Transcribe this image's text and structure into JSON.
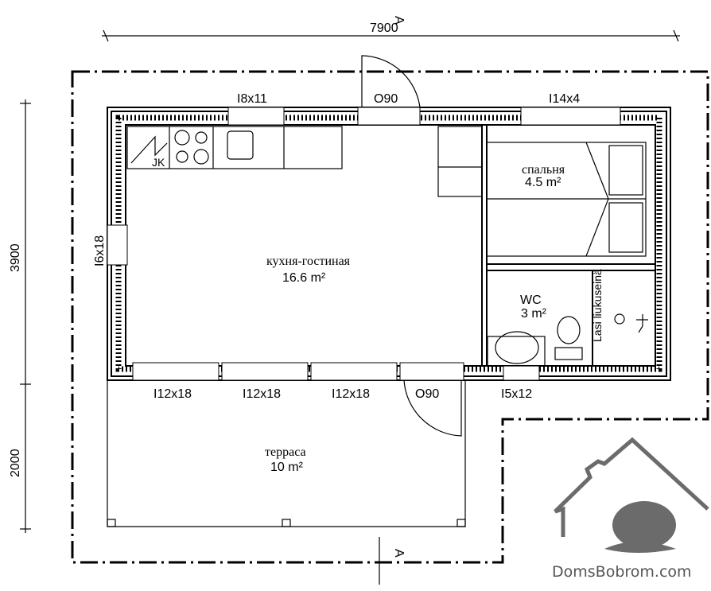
{
  "dimensions": {
    "width_total": "7900",
    "height_house": "3900",
    "height_terrace": "2000"
  },
  "windows": {
    "top_left": "I8x11",
    "top_door": "O90",
    "top_right": "I14x4",
    "left": "I6x18",
    "bottom_1": "I12x18",
    "bottom_2": "I12x18",
    "bottom_3": "I12x18",
    "bottom_door": "O90",
    "bottom_wc": "I5x12"
  },
  "rooms": {
    "living": {
      "name": "кухня-гостиная",
      "area": "16.6  m²"
    },
    "bedroom": {
      "name": "спальня",
      "area": "4.5  m²"
    },
    "wc": {
      "name": "WC",
      "area": "3  m²"
    },
    "terrace": {
      "name": "терраса",
      "area": "10  m²"
    }
  },
  "labels": {
    "fridge": "JK",
    "glass_wall": "Lasi liukuseinä",
    "section_top": "A",
    "section_bottom": "A"
  },
  "logo": {
    "text": "DomsBobrom.com"
  }
}
